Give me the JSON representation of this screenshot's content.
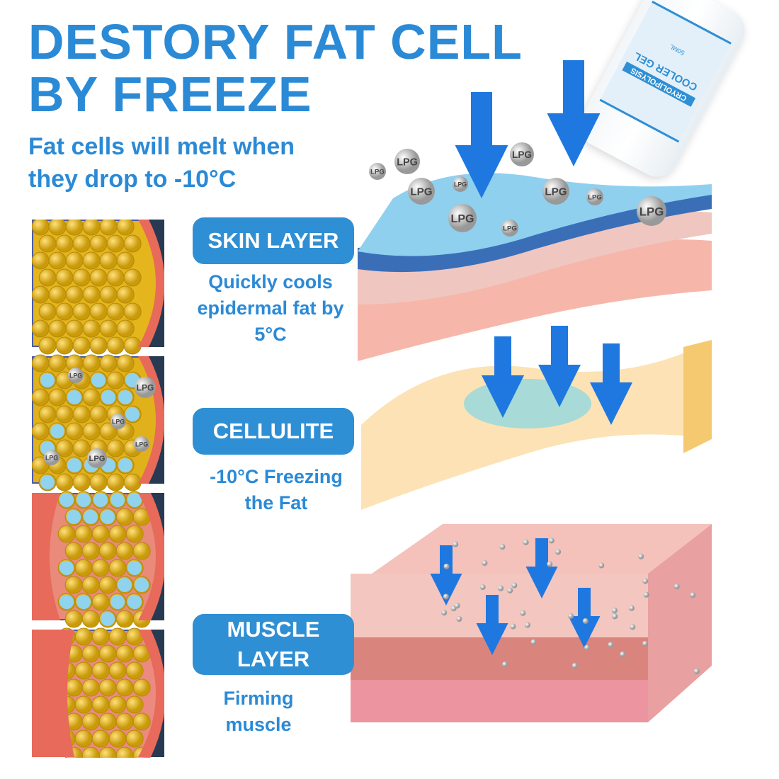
{
  "title": {
    "line1": "DESTORY FAT CELL",
    "line2": "BY FREEZE"
  },
  "subtitle": {
    "line1": "Fat cells will melt when",
    "line2": "they drop to -10°C"
  },
  "layers": [
    {
      "label": "SKIN LAYER",
      "desc1": "Quickly cools",
      "desc2": "epidermal fat by",
      "desc3": "5°C"
    },
    {
      "label": "CELLULITE",
      "desc1": "-10°C Freezing",
      "desc2": "the Fat"
    },
    {
      "label1": "MUSCLE",
      "label2": "LAYER",
      "desc1": "Firming",
      "desc2": "muscle"
    }
  ],
  "bubble_label": "LPG",
  "product": {
    "name1": "CRYOLIPOLYSIS",
    "name2": "COOLER GEL",
    "volume": "50ML"
  },
  "colors": {
    "brand_blue": "#2b8ad6",
    "pill_blue": "#2f8fd4",
    "arrow_blue": "#1f78e0",
    "fat_yellow": "#e0b21a"
  }
}
